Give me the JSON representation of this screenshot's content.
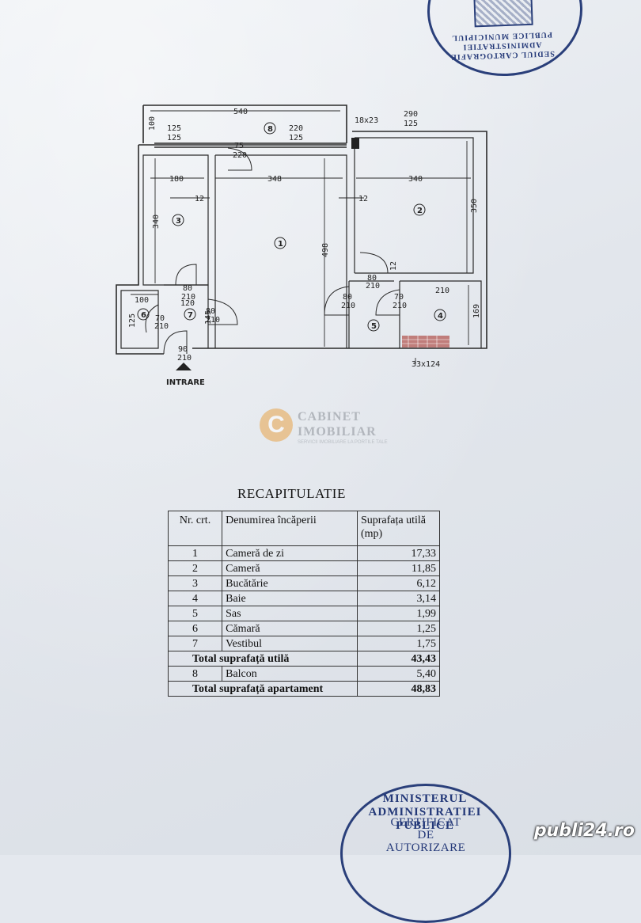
{
  "plan": {
    "dimensions": {
      "d540": "540",
      "d100": "100",
      "d125a": "125",
      "d125b": "125",
      "d220a": "220",
      "d125c": "125",
      "d18x23": "18x23",
      "d290": "290",
      "d125d": "125",
      "d75": "75",
      "d220b": "220",
      "d180": "180",
      "d348": "348",
      "d340a": "340",
      "d12a": "12",
      "d12b": "12",
      "d340b": "340",
      "d498": "498",
      "d350": "350",
      "d80a": "80",
      "d210a": "210",
      "d100b": "100",
      "d120": "120",
      "d125e": "125",
      "d70a": "70",
      "d210b": "210",
      "d145": "145",
      "d80b": "80",
      "d210c": "210",
      "d90": "90",
      "d210d": "210",
      "d80c": "80",
      "d210e": "210",
      "d12c": "12",
      "d80d": "80",
      "d210f": "210",
      "d210g": "210",
      "d70b": "70",
      "d210h": "210",
      "d169": "169",
      "d33x124": "33x124"
    },
    "room_labels": [
      "1",
      "2",
      "3",
      "4",
      "5",
      "6",
      "7",
      "8"
    ],
    "entrance_label": "INTRARE"
  },
  "watermark": {
    "initial": "C",
    "line1": "CABINET",
    "line2": "IMOBILIAR",
    "tagline": "SERVICII IMOBILIARE LA PORTILE TALE"
  },
  "recap": {
    "title": "RECAPITULATIE",
    "headers": {
      "nr": "Nr. crt.",
      "name": "Denumirea încăperii",
      "area": "Suprafața utilă (mp)"
    },
    "rows": [
      {
        "nr": "1",
        "name": "Cameră de zi",
        "area": "17,33"
      },
      {
        "nr": "2",
        "name": "Cameră",
        "area": "11,85"
      },
      {
        "nr": "3",
        "name": "Bucătărie",
        "area": "6,12"
      },
      {
        "nr": "4",
        "name": "Baie",
        "area": "3,14"
      },
      {
        "nr": "5",
        "name": "Sas",
        "area": "1,99"
      },
      {
        "nr": "6",
        "name": "Cămară",
        "area": "1,25"
      },
      {
        "nr": "7",
        "name": "Vestibul",
        "area": "1,75"
      }
    ],
    "total_util_label": "Total suprafață utilă",
    "total_util_value": "43,43",
    "balcon": {
      "nr": "8",
      "name": "Balcon",
      "area": "5,40"
    },
    "total_apt_label": "Total suprafață apartament",
    "total_apt_value": "48,83"
  },
  "stamps": {
    "top_text": "SEDIUL CARTOGRAFIE ADMINISTRATIEI PUBLICE MUNICIPIUL",
    "bottom_ring": "MINISTERUL ADMINISTRATIEI PUBLICE",
    "bottom_l1": "CERTIFICAT",
    "bottom_l2": "DE",
    "bottom_l3": "AUTORIZARE"
  },
  "brand": "publi24.ro",
  "colors": {
    "stamp": "#2a3f7a",
    "watermark": "#e8a54a",
    "ink": "#222222"
  }
}
